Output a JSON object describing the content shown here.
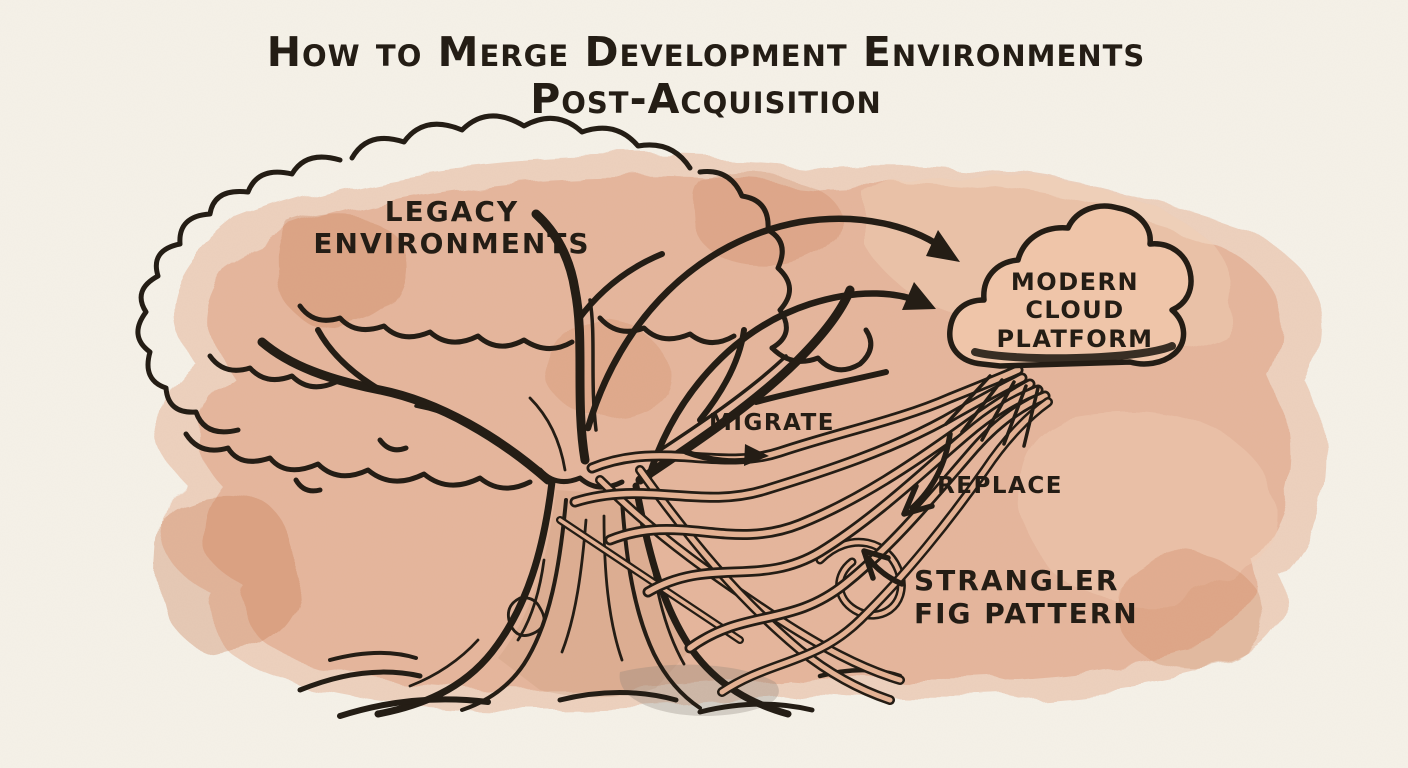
{
  "title": {
    "line1": "How to Merge Development Environments",
    "line2": "Post-Acquisition"
  },
  "labels": {
    "legacy": {
      "line1": "LEGACY",
      "line2": "ENVIRONMENTS"
    },
    "cloud": {
      "line1": "MODERN",
      "line2": "CLOUD",
      "line3": "PLATFORM"
    },
    "migrate": "MIGRATE",
    "replace": "REPLACE",
    "strangler": {
      "line1": "STRANGLER",
      "line2": "FIG PATTERN"
    }
  },
  "colors": {
    "paper": "#F5F1E8",
    "wash": "#DFA182",
    "wash_dark": "#C87C52",
    "wash_light": "#F0CDB4",
    "ink": "#241D15",
    "cloud_fill": "#EFC5A9",
    "shadow_grey": "#8D8478"
  }
}
